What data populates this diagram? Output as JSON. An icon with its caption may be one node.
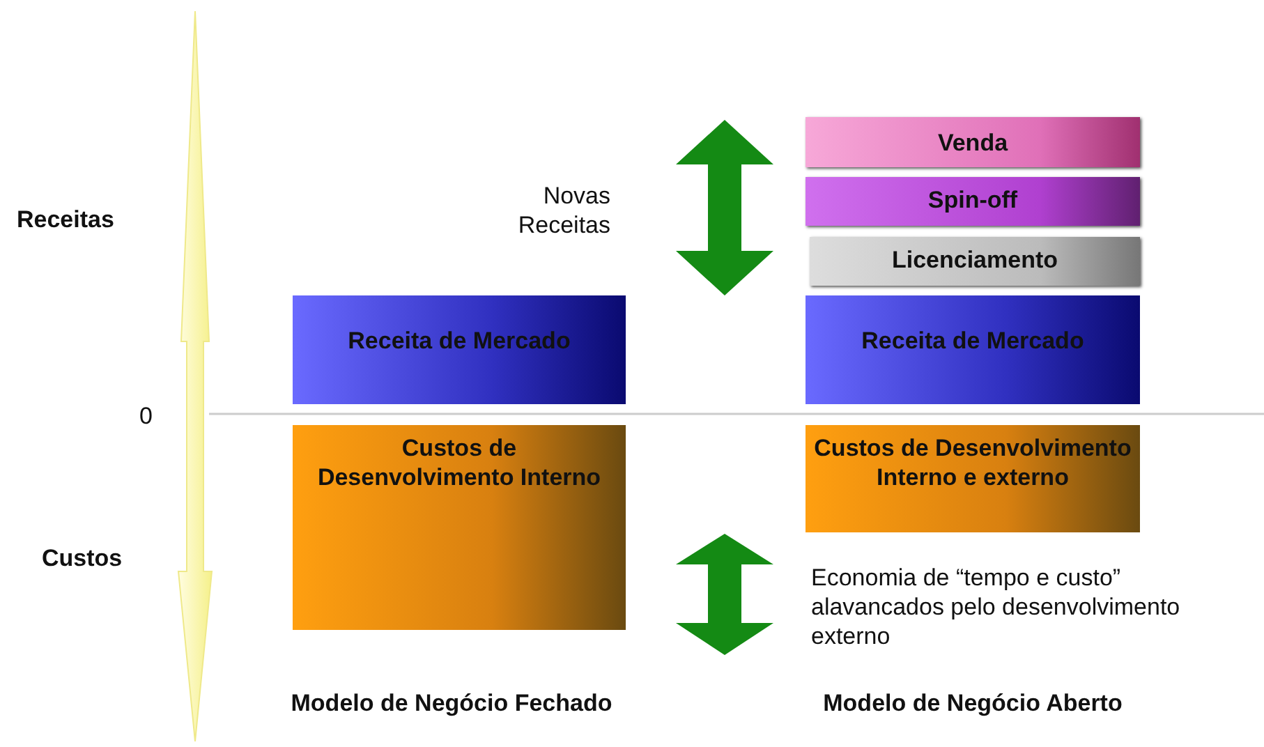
{
  "diagram": {
    "nodes": [
      {
        "text": [
          "Venda"
        ]
      },
      {
        "text": [
          "Spin-off"
        ]
      },
      {
        "text": [
          "Licenciamento"
        ]
      },
      {
        "text": [
          "Receita de Mercado"
        ]
      },
      {
        "text": [
          "Receita de Mercado"
        ]
      },
      {
        "text": [
          "Custos de Desenvolvimento Interno"
        ]
      },
      {
        "text": [
          "Custos de Desenvolvimento Interno e externo"
        ]
      }
    ],
    "labels": [
      "Receitas",
      "Novas Receitas",
      "0",
      "Custos",
      "Economia de “tempo e custo” alavancados pelo desenvolvimento externo",
      "Modelo de Negócio Fechado",
      "Modelo de Negócio Aberto"
    ]
  }
}
